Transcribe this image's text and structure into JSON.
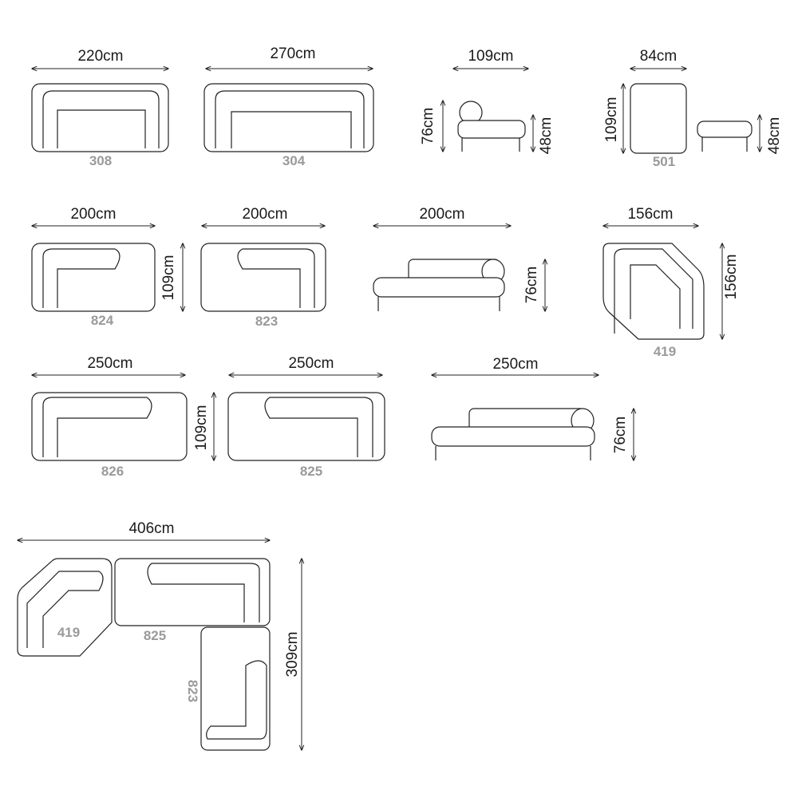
{
  "row1": {
    "m308": {
      "width": "220cm",
      "code": "308"
    },
    "m304": {
      "width": "270cm",
      "code": "304"
    },
    "chair": {
      "width": "109cm",
      "height": "76cm",
      "seat": "48cm"
    },
    "m501": {
      "width": "84cm",
      "depth": "109cm",
      "height": "48cm",
      "code": "501"
    }
  },
  "row2": {
    "m824": {
      "width": "200cm",
      "depth": "109cm",
      "code": "824"
    },
    "m823": {
      "width": "200cm",
      "code": "823"
    },
    "side": {
      "width": "200cm",
      "height": "76cm"
    },
    "m419": {
      "width": "156cm",
      "depth": "156cm",
      "code": "419"
    }
  },
  "row3": {
    "m826": {
      "width": "250cm",
      "depth": "109cm",
      "code": "826"
    },
    "m825": {
      "width": "250cm",
      "code": "825"
    },
    "side": {
      "width": "250cm",
      "height": "76cm"
    }
  },
  "combo": {
    "width": "406cm",
    "depth": "309cm",
    "codes": {
      "corner": "419",
      "mid": "825",
      "end": "823"
    }
  }
}
